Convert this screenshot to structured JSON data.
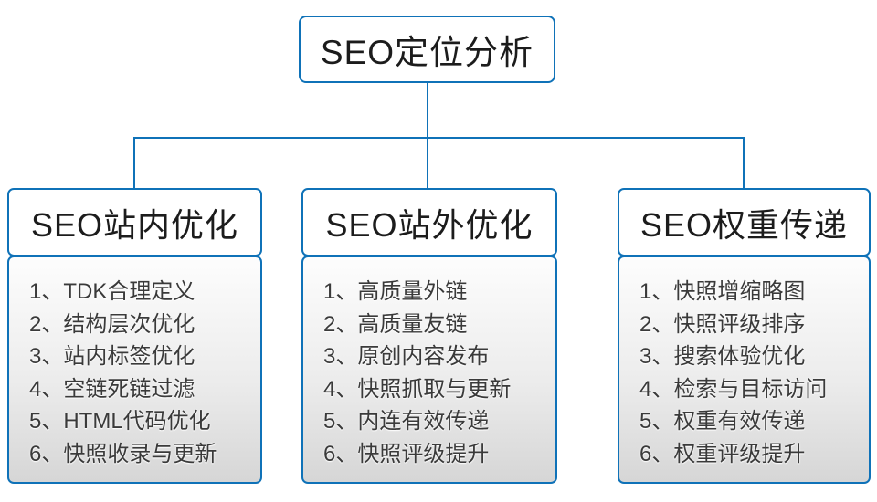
{
  "diagram": {
    "root": {
      "title": "SEO定位分析"
    },
    "columns": [
      {
        "title": "SEO站内优化",
        "items": [
          "1、TDK合理定义",
          "2、结构层次优化",
          "3、站内标签优化",
          "4、空链死链过滤",
          "5、HTML代码优化",
          "6、快照收录与更新"
        ]
      },
      {
        "title": "SEO站外优化",
        "items": [
          "1、高质量外链",
          "2、高质量友链",
          "3、原创内容发布",
          "4、快照抓取与更新",
          "5、内连有效传递",
          "6、快照评级提升"
        ]
      },
      {
        "title": "SEO权重传递",
        "items": [
          "1、快照增缩略图",
          "2、快照评级排序",
          "3、搜索体验优化",
          "4、检索与目标访问",
          "5、权重有效传递",
          "6、权重评级提升"
        ]
      }
    ],
    "colors": {
      "accent": "#0f72b8",
      "header_text": "#1c1c1c",
      "item_text": "#3a3a3a",
      "list_gradient_top": "#fdfdfd",
      "list_gradient_bottom": "#d6d6d6"
    }
  }
}
